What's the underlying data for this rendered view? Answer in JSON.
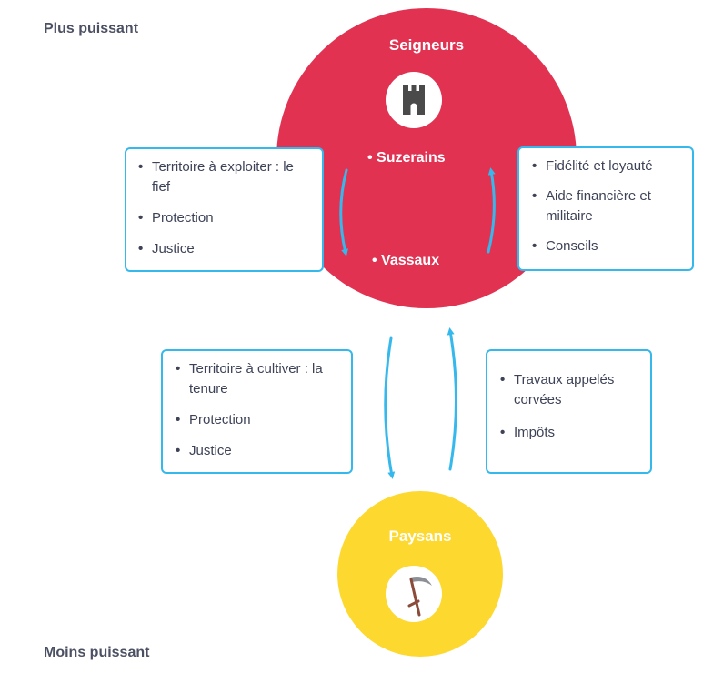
{
  "scale": {
    "top_label": "Plus puissant",
    "bottom_label": "Moins puissant"
  },
  "seigneurs": {
    "title": "Seigneurs",
    "icon": "castle-tower-icon",
    "roles": [
      "• Suzerains",
      "• Vassaux"
    ]
  },
  "paysans": {
    "title": "Paysans",
    "icon": "scythe-icon"
  },
  "boxes": {
    "suzerain_gives": [
      "Territoire à exploiter : le fief",
      "Protection",
      "Justice"
    ],
    "vassal_gives": [
      "Fidélité et loyauté",
      "Aide financière et militaire",
      "Conseils"
    ],
    "seigneur_gives_paysans": [
      "Territoire à cultiver : la tenure",
      "Protection",
      "Justice"
    ],
    "paysans_give": [
      "Travaux appelés corvées",
      "Impôts"
    ]
  },
  "colors": {
    "seigneurs": "#e23252",
    "paysans": "#fdd82f",
    "accent": "#35b8ec",
    "icon_dark": "#4a4a4a",
    "scythe_blade": "#8c8f96",
    "scythe_handle": "#8b4b3a"
  }
}
